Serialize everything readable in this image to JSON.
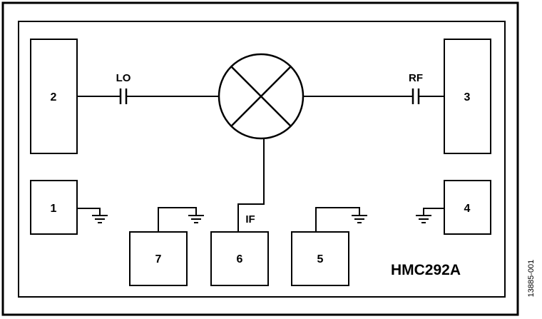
{
  "part_number": "HMC292A",
  "figure_id": "13885-001",
  "signals": {
    "lo": "LO",
    "rf": "RF",
    "if": "IF"
  },
  "pins": {
    "p1": "1",
    "p2": "2",
    "p3": "3",
    "p4": "4",
    "p5": "5",
    "p6": "6",
    "p7": "7"
  },
  "icons": [
    "mixer-icon",
    "capacitor-icon",
    "ground-icon"
  ],
  "colors": {
    "line": "#000000",
    "background": "#ffffff"
  }
}
